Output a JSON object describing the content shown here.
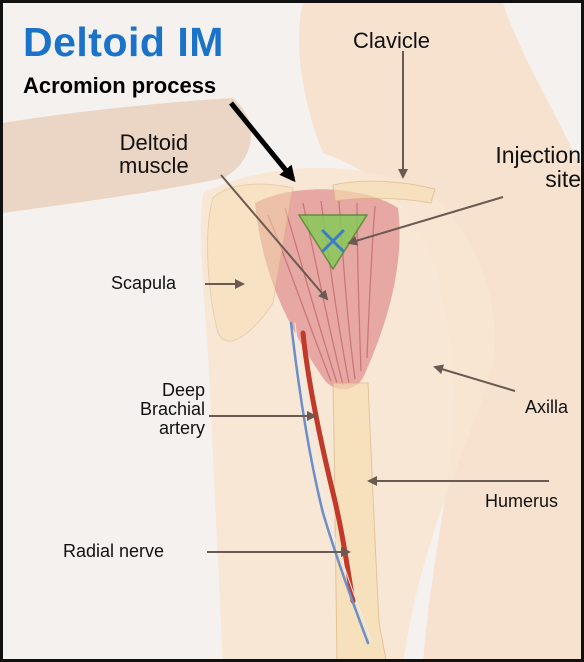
{
  "title": "Deltoid IM",
  "subtitle": "Acromion process",
  "labels": {
    "clavicle": "Clavicle",
    "deltoid_muscle_line1": "Deltoid",
    "deltoid_muscle_line2": "muscle",
    "injection_site_line1": "Injection",
    "injection_site_line2": "site",
    "scapula": "Scapula",
    "deep_brachial_line1": "Deep",
    "deep_brachial_line2": "Brachial",
    "deep_brachial_line3": "artery",
    "axilla": "Axilla",
    "humerus": "Humerus",
    "radial_nerve": "Radial nerve"
  },
  "colors": {
    "title": "#1a73c8",
    "injection_site": "#86c95a",
    "muscle": "#d9747a",
    "artery": "#c0392b",
    "nerve": "#6b8fc9",
    "bone": "#f6deb0",
    "skin": "#f3d7bf",
    "pointer": "#6b5a52"
  }
}
